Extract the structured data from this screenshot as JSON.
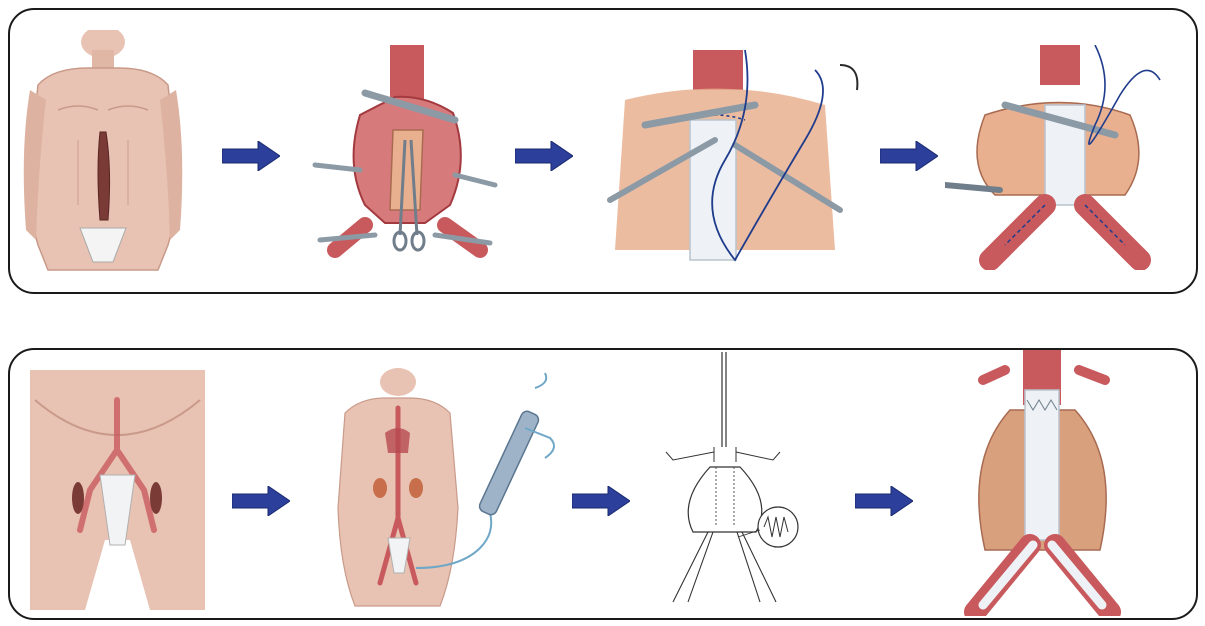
{
  "colors": {
    "arrow": "#2c3f9a",
    "skin": "#e8c2b2",
    "skin_shadow": "#c99a8a",
    "vessel": "#c85a5e",
    "vessel_dark": "#a33a40",
    "tissue": "#e9b08f",
    "instrument": "#8c9aa6",
    "suture": "#1f3c8c",
    "graft": "#eef2f6",
    "drape": "#f2f3f4"
  },
  "rows": [
    {
      "id": "open-repair",
      "steps": [
        "abdominal-incision",
        "aneurysm-opened",
        "proximal-suture",
        "graft-sewn"
      ]
    },
    {
      "id": "endovascular-repair",
      "steps": [
        "groin-access",
        "catheter-insertion",
        "stent-graft-deploy",
        "stent-graft-in-place"
      ]
    }
  ]
}
